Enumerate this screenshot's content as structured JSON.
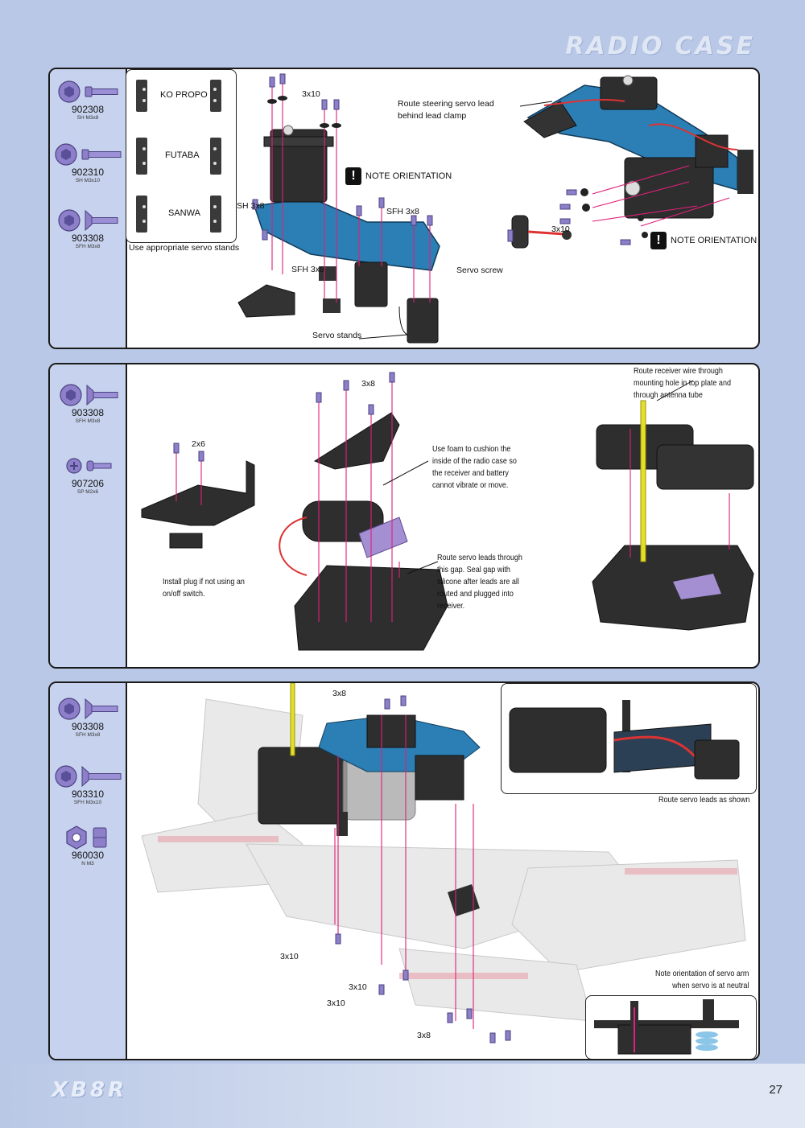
{
  "page": {
    "title": "RADIO CASE",
    "logo": "XB8R",
    "page_number": "27"
  },
  "colors": {
    "background": "#b9c8e6",
    "parts_column": "#c7d3ee",
    "screw": "#8d7fc9",
    "carbon": "#2b7fb5",
    "leader_line": "#e0207a",
    "plastic": "#2e2e2e",
    "receiver": "#a48fd2",
    "antenna": "#e3df2a"
  },
  "panel1": {
    "parts": [
      {
        "icon": "sh-screw-icon",
        "code": "902308",
        "spec": "SH M3x8"
      },
      {
        "icon": "sh-screw-icon",
        "code": "902310",
        "spec": "SH M3x10"
      },
      {
        "icon": "sfh-screw-icon",
        "code": "903308",
        "spec": "SFH M3x8"
      }
    ],
    "servo_stands": {
      "brands": [
        "KO PROPO",
        "FUTABA",
        "SANWA"
      ],
      "caption": "Use appropriate servo stands"
    },
    "labels": {
      "size_top": "3x10",
      "note_orientation": "NOTE ORIENTATION",
      "sh_3x8": "SH 3x8",
      "sfh_3x8_right": "SFH 3x8",
      "sfh_3x8_left": "SFH 3x8",
      "servo_stands": "Servo stands",
      "route_lead": "Route steering servo lead\nbehind lead clamp",
      "size_right": "3x10",
      "note_orientation_right": "NOTE ORIENTATION",
      "servo_screw": "Servo screw"
    }
  },
  "panel2": {
    "parts": [
      {
        "icon": "sfh-screw-icon",
        "code": "903308",
        "spec": "SFH M3x8"
      },
      {
        "icon": "sp-screw-icon",
        "code": "907206",
        "spec": "SP M2x6"
      }
    ],
    "labels": {
      "size_2x6": "2x6",
      "install_plug": "Install plug if not using an\non/off switch.",
      "size_3x8": "3x8",
      "use_foam": "Use foam to cushion the\ninside of the radio case so\nthe receiver and battery\ncannot vibrate or move.",
      "route_servo_leads": "Route servo leads through\nthis gap. Seal gap with\nsilicone after leads are all\nrouted and plugged into\nreceiver.",
      "route_receiver_wire": "Route receiver wire through\nmounting hole in top plate and\nthrough antenna tube"
    }
  },
  "panel3": {
    "parts": [
      {
        "icon": "sfh-screw-icon",
        "code": "903308",
        "spec": "SFH M3x8"
      },
      {
        "icon": "sfh-screw-icon",
        "code": "903310",
        "spec": "SFH M3x10"
      },
      {
        "icon": "nut-icon",
        "code": "960030",
        "spec": "N M3"
      }
    ],
    "labels": {
      "size_3x8_top": "3x8",
      "size_3x10_a": "3x10",
      "size_3x10_b": "3x10",
      "size_3x10_c": "3x10",
      "size_3x8_bottom": "3x8",
      "route_servo_leads_shown": "Route servo leads as shown",
      "note_servo_arm": "Note orientation of servo arm\nwhen servo is at neutral"
    }
  }
}
